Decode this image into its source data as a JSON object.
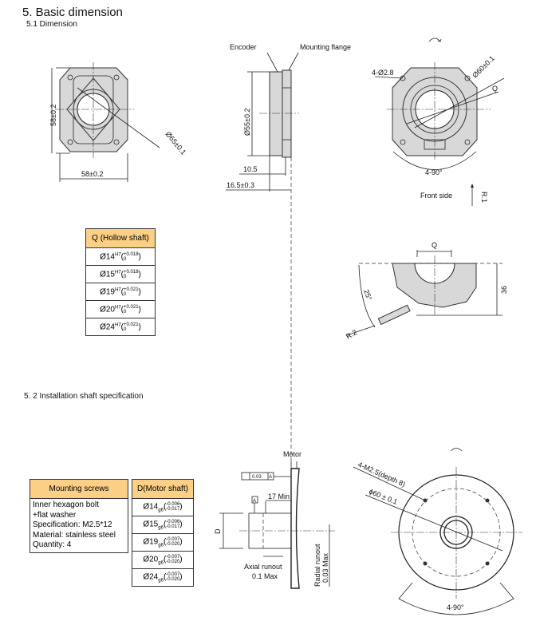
{
  "title": "5.  Basic dimension",
  "section1": "5.1  Dimension",
  "section2": "5. 2  Installation shaft specification",
  "drawing1": {
    "height": "58±0.2",
    "width": "58±0.2",
    "diameter": "Ø65±0.1"
  },
  "drawing2": {
    "encoder": "Encoder",
    "flange": "Mounting flange",
    "diameter": "Ø55±0.2",
    "d1": "10.5",
    "d2": "16.5±0.3"
  },
  "drawing3": {
    "holes": "4-Ø2.8",
    "diameter": "Ø60±0.1",
    "q": "Q",
    "angle": "4-90°",
    "front": "Front side",
    "r": "R.1"
  },
  "drawing4": {
    "q": "Q",
    "height": "36",
    "angle": "25°",
    "r": "R.2"
  },
  "q_table": {
    "header": "Q (Hollow shaft)",
    "rows": [
      {
        "d": "Ø14",
        "fit": "H7",
        "up": "+0.018",
        "lo": "0"
      },
      {
        "d": "Ø15",
        "fit": "H7",
        "up": "+0.018",
        "lo": "0"
      },
      {
        "d": "Ø19",
        "fit": "H7",
        "up": "+0.021",
        "lo": "0"
      },
      {
        "d": "Ø20",
        "fit": "H7",
        "up": "+0.021",
        "lo": "0"
      },
      {
        "d": "Ø24",
        "fit": "H7",
        "up": "+0.021",
        "lo": "0"
      }
    ]
  },
  "screws_table": {
    "header": "Mounting screws",
    "lines": [
      "Inner hexagon bolt",
      "+flat washer",
      "Specification: M2.5*12",
      "Material: stainless steel",
      "Quantity: 4"
    ]
  },
  "d_table": {
    "header": "D(Motor shaft)",
    "rows": [
      {
        "d": "Ø14",
        "fit": "g6",
        "up": "-0.006",
        "lo": "-0.017"
      },
      {
        "d": "Ø15",
        "fit": "g6",
        "up": "-0.006",
        "lo": "-0.017"
      },
      {
        "d": "Ø19",
        "fit": "g6",
        "up": "-0.007",
        "lo": "-0.020"
      },
      {
        "d": "Ø20",
        "fit": "g6",
        "up": "-0.007",
        "lo": "-0.020"
      },
      {
        "d": "Ø24",
        "fit": "g6",
        "up": "-0.007",
        "lo": "-0.020"
      }
    ]
  },
  "motor": {
    "label": "Motor",
    "tol": "0.03",
    "datum": "A",
    "min": "17 Min",
    "d": "D",
    "axial1": "Axial runout",
    "axial2": "0.1 Max",
    "radial1": "Radial runout",
    "radial2": "0.03 Max"
  },
  "flange": {
    "holes": "4-M2.5(depth 8)",
    "diameter": "ϕ60 ± 0.1",
    "angle": "4-90°"
  }
}
